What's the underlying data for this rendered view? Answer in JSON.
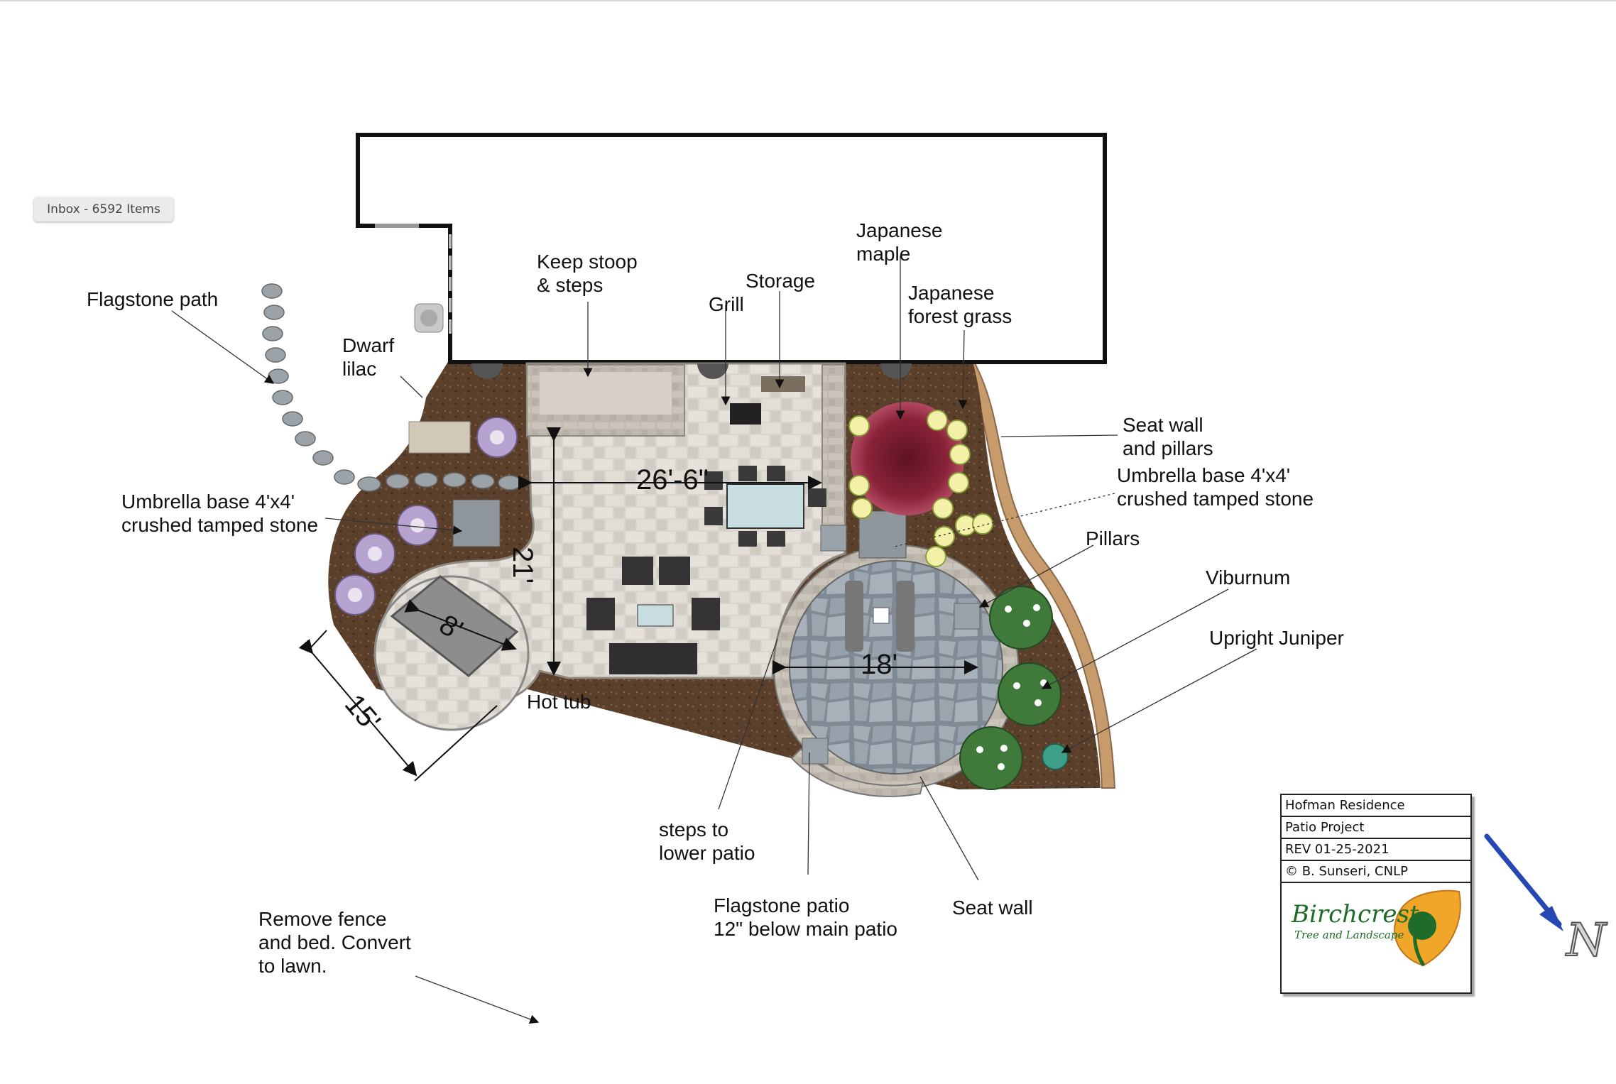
{
  "inbox_badge": "Inbox - 6592 Items",
  "labels": {
    "flagstone_path": "Flagstone path",
    "dwarf_lilac": "Dwarf\nlilac",
    "keep_stoop": "Keep stoop\n& steps",
    "grill": "Grill",
    "storage": "Storage",
    "japanese_maple": "Japanese\nmaple",
    "japanese_forest_grass": "Japanese\nforest grass",
    "seat_wall_pillars": "Seat wall\nand pillars",
    "umbrella_right": "Umbrella base 4'x4'\ncrushed tamped stone",
    "umbrella_left": "Umbrella base 4'x4'\ncrushed tamped stone",
    "pillars": "Pillars",
    "viburnum": "Viburnum",
    "upright_juniper": "Upright Juniper",
    "hot_tub": "Hot tub",
    "steps_lower": "steps to\nlower patio",
    "flagstone_patio": "Flagstone patio\n12\" below main patio",
    "seat_wall": "Seat wall",
    "remove_fence": "Remove fence\nand bed. Convert\nto lawn."
  },
  "dimensions": {
    "width": "26'-6\"",
    "depth": "21'",
    "hot_tub": "8'",
    "round": "15'",
    "lower_patio": "18'"
  },
  "title_block": {
    "rows": [
      "Hofman Residence",
      "Patio Project",
      "REV 01-25-2021",
      "© B. Sunseri, CNLP"
    ],
    "logo_name": "Birchcrest",
    "logo_sub": "Tree and Landscape"
  },
  "north_arrow": "N",
  "colors": {
    "mulch": "#5a3f2b",
    "paver": "#d7d2cb",
    "flagstone": "#8f9aa4",
    "maple": "#8a2338",
    "logo_green": "#1e6b2a",
    "north_arrow": "#2747b5"
  }
}
